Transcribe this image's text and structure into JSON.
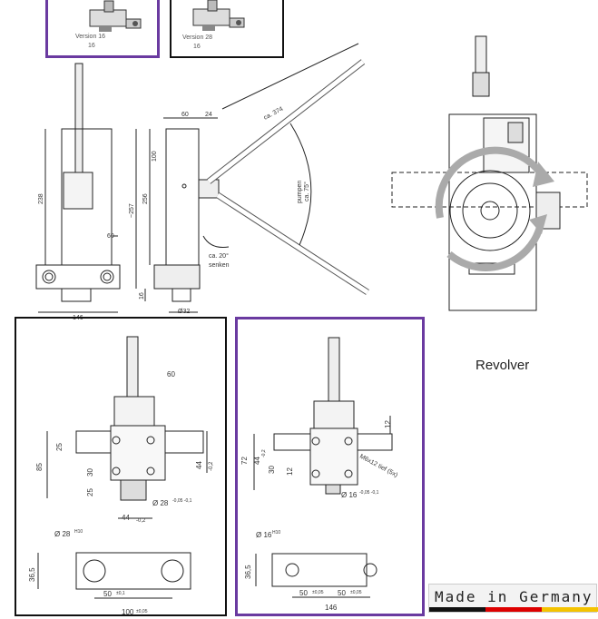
{
  "thumbnails": [
    {
      "label_version": "Version 16",
      "label_size": "16"
    },
    {
      "label_version": "Version 28",
      "label_size": "16"
    }
  ],
  "main_drawing": {
    "dims": {
      "d60": "60",
      "d24": "24",
      "d374": "ca. 374",
      "d238": "238",
      "d257": "~257",
      "d256": "256",
      "d100": "100",
      "d60b": "60",
      "d16": "16",
      "d146": "146",
      "d32": "Ø32",
      "pumpen": "pumpen",
      "ca75": "ca. 75°",
      "ca20": "ca. 20°",
      "senken": "senken"
    }
  },
  "revolver": {
    "label": "Revolver"
  },
  "panel_left": {
    "dims": {
      "d60": "60",
      "d25a": "25",
      "d85": "85",
      "d30": "30",
      "d25b": "25",
      "d44": "44",
      "d44tol": "-0,2",
      "d44b": "44",
      "d44btol": "-0,2",
      "d28": "Ø 28",
      "d28tol": "-0,05 -0,1",
      "d28h": "Ø 28",
      "d28htol": "H10",
      "d365": "36,5",
      "d50": "50",
      "d50tol": "±0,1",
      "d100": "100",
      "d100tol": "±0,05"
    }
  },
  "panel_right": {
    "dims": {
      "d12a": "12",
      "d72": "72",
      "d44": "44",
      "d44tol": "-0,2",
      "d30": "30",
      "d12b": "12",
      "thread": "M6x12 tief (5x)",
      "d16": "Ø 16",
      "d16tol": "-0,05 -0,1",
      "d16h": "Ø 16",
      "d16htol": "H10",
      "d365": "36,5",
      "d50a": "50",
      "d50atol": "±0,05",
      "d50b": "50",
      "d50btol": "±0,05",
      "d146": "146"
    }
  },
  "badge": {
    "text": "Made in Germany"
  }
}
